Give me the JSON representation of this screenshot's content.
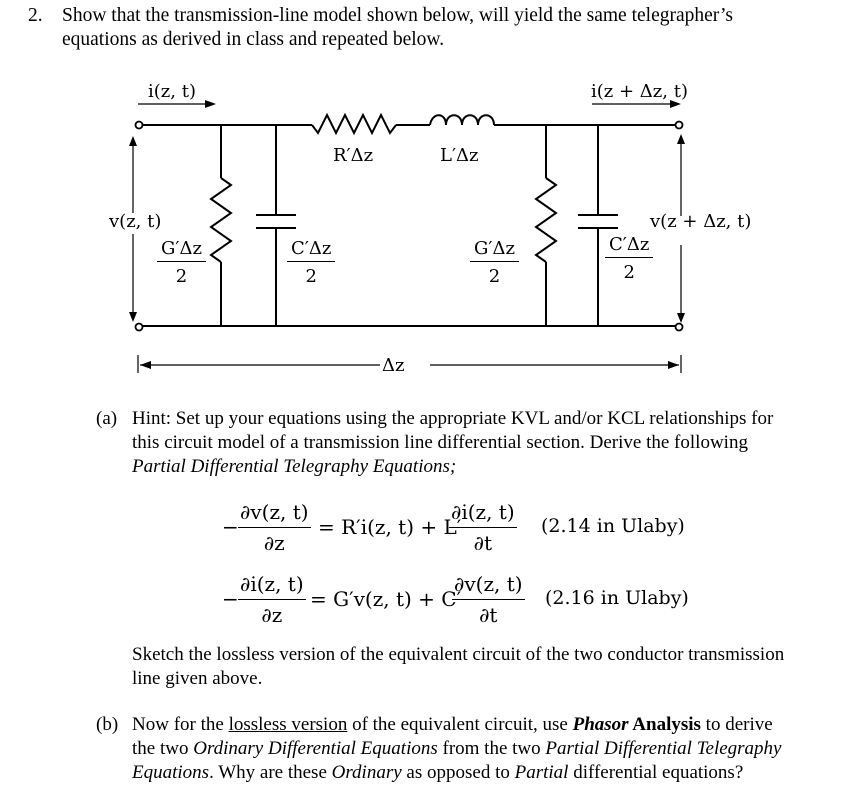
{
  "question": {
    "number": "2.",
    "line1": "Show that the transmission-line model shown below, will yield the same telegrapher’s",
    "line2": "equations as derived in class and repeated below."
  },
  "circuit": {
    "i_in": "i(z, t)",
    "i_out": "i(z + Δz, t)",
    "v_in": "v(z, t)",
    "v_out": "v(z + Δz, t)",
    "R": "R′Δz",
    "L": "L′Δz",
    "G1_num": "G′Δz",
    "G1_den": "2",
    "C1_num": "C′Δz",
    "C1_den": "2",
    "G2_num": "G′Δz",
    "G2_den": "2",
    "C2_num": "C′Δz",
    "C2_den": "2",
    "dz": "Δz"
  },
  "part_a": {
    "label": "(a)",
    "line1": "Hint: Set up your equations using the appropriate KVL and/or KCL relationships for",
    "line2": "this circuit model of a transmission line differential section. Derive the following",
    "line3": "Partial Differential Telegraphy Equations;"
  },
  "eq1": {
    "minus": "−",
    "lhs_num": "∂v(z, t)",
    "lhs_den": "∂z",
    "mid": "= R′i(z, t) + L′",
    "rhs_num": "∂i(z, t)",
    "rhs_den": "∂t",
    "ref": "(2.14 in Ulaby)"
  },
  "eq2": {
    "minus": "−",
    "lhs_num": "∂i(z, t)",
    "lhs_den": "∂z",
    "mid": "= G′v(z, t) + C′",
    "rhs_num": "∂v(z, t)",
    "rhs_den": "∂t",
    "ref": "(2.16 in Ulaby)"
  },
  "sketch": {
    "line1": "Sketch the lossless version of the equivalent circuit of the two conductor transmission",
    "line2": "line given above."
  },
  "part_b": {
    "label": "(b)",
    "l1_a": "Now for the ",
    "l1_u": "lossless version",
    "l1_b": " of the equivalent circuit, use ",
    "l1_bi": "Phasor",
    "l1_bold": " Analysis",
    "l1_c": " to derive",
    "l2_a": "the two ",
    "l2_i": "Ordinary Differential Equations",
    "l2_b": " from the two ",
    "l2_i2": "Partial Differential Telegraphy",
    "l3_i": "Equations",
    "l3_a": ". Why are these ",
    "l3_i2": "Ordinary",
    "l3_b": " as opposed to ",
    "l3_i3": "Partial",
    "l3_c": " differential equations?"
  }
}
